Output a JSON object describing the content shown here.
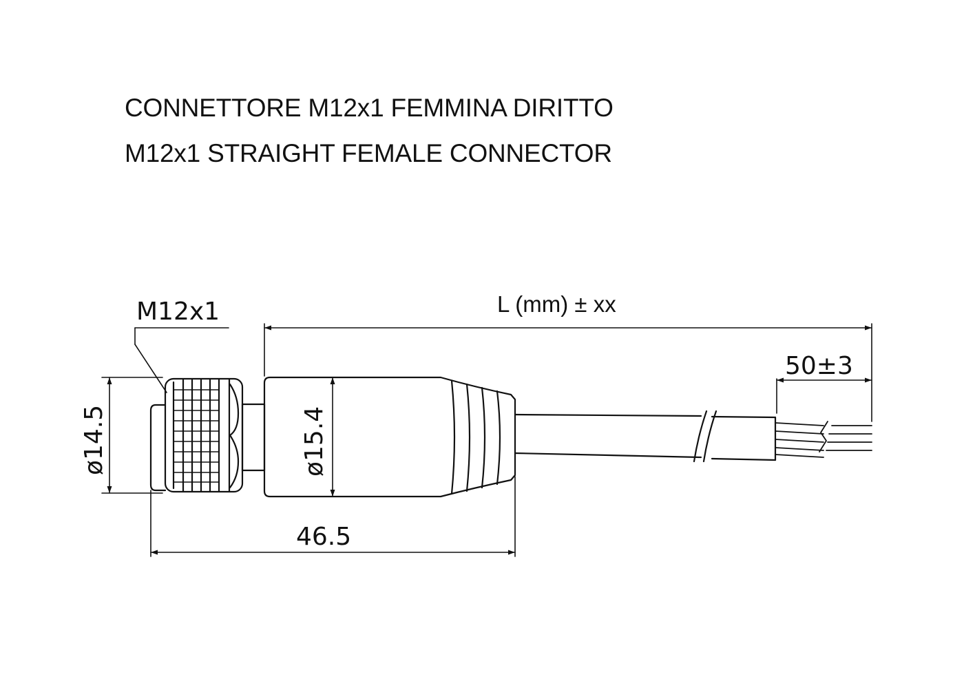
{
  "title": {
    "line_it": "CONNETTORE M12x1 FEMMINA DIRITTO",
    "line_en": "M12x1 STRAIGHT FEMALE CONNECTOR"
  },
  "dimensions": {
    "thread": "M12x1",
    "nut_diameter": "ø14.5",
    "body_diameter": "ø15.4",
    "connector_length": "46.5",
    "cable_length": "L (mm) ± xx",
    "strip_length": "50±3"
  },
  "colors": {
    "line": "#111111",
    "background": "#ffffff"
  }
}
